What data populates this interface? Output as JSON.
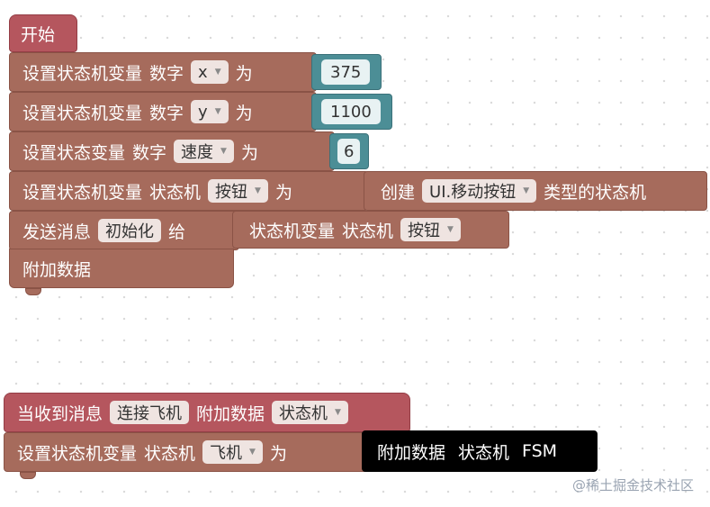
{
  "group1": {
    "hat": "开始",
    "row1": {
      "label": "设置状态机变量",
      "type": "数字",
      "var": "x",
      "to": "为",
      "value": "375"
    },
    "row2": {
      "label": "设置状态机变量",
      "type": "数字",
      "var": "y",
      "to": "为",
      "value": "1100"
    },
    "row3": {
      "label": "设置状态变量",
      "type": "数字",
      "var": "速度",
      "to": "为",
      "value": "6"
    },
    "row4": {
      "label": "设置状态机变量",
      "type": "状态机",
      "var": "按钮",
      "to": "为",
      "create": "创建",
      "class": "UI.移动按钮",
      "suffix": "类型的状态机"
    },
    "row5": {
      "label": "发送消息",
      "msg": "初始化",
      "to": "给",
      "target_label": "状态机变量",
      "target_type": "状态机",
      "target_var": "按钮"
    },
    "row6": {
      "label": "附加数据"
    }
  },
  "group2": {
    "hat": {
      "label": "当收到消息",
      "msg": "连接飞机",
      "extra": "附加数据",
      "type": "状态机"
    },
    "row1": {
      "label": "设置状态机变量",
      "type": "状态机",
      "var": "飞机",
      "to": "为",
      "value_label": "附加数据",
      "value_type": "状态机",
      "value_name": "FSM"
    }
  },
  "watermark": "@稀土掘金技术社区",
  "colors": {
    "brown": "#a66b5c",
    "hat_red": "#b5565e",
    "teal": "#4c8e96",
    "black": "#000000"
  }
}
